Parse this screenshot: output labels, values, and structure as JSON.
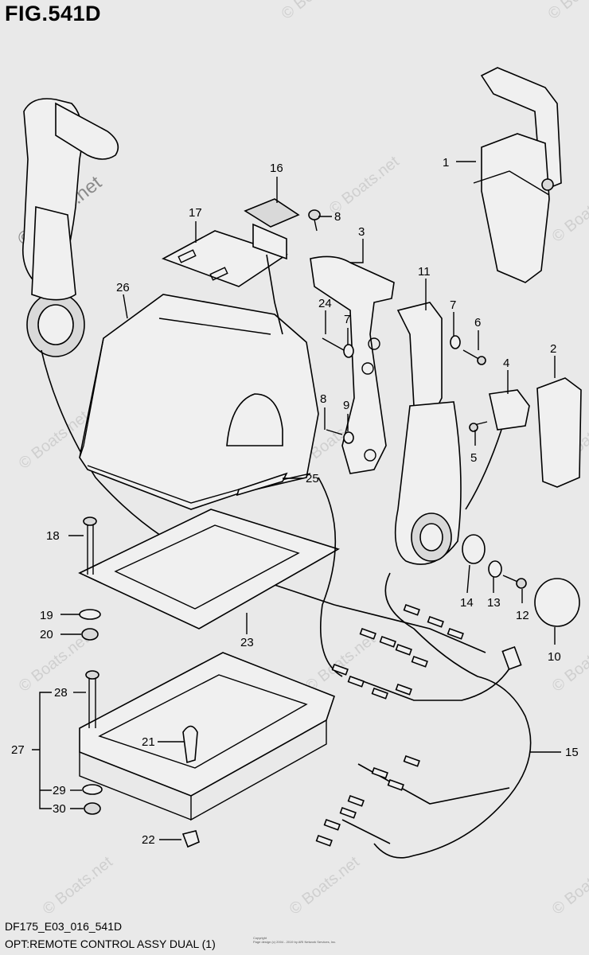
{
  "figure_title": "FIG.541D",
  "footer": {
    "code": "DF175_E03_016_541D",
    "description": "OPT:REMOTE CONTROL ASSY DUAL (1)",
    "copyright_line1": "Copyright",
    "copyright_line2": "Page design (c) 2004 - 2019 by ARI Network Services, Inc."
  },
  "watermark": {
    "text": "© Boats.net"
  },
  "callouts": [
    {
      "id": "c1",
      "label": "1"
    },
    {
      "id": "c2",
      "label": "2"
    },
    {
      "id": "c3",
      "label": "3"
    },
    {
      "id": "c4",
      "label": "4"
    },
    {
      "id": "c5",
      "label": "5"
    },
    {
      "id": "c6",
      "label": "6"
    },
    {
      "id": "c7a",
      "label": "7"
    },
    {
      "id": "c7b",
      "label": "7"
    },
    {
      "id": "c8a",
      "label": "8"
    },
    {
      "id": "c8b",
      "label": "8"
    },
    {
      "id": "c9",
      "label": "9"
    },
    {
      "id": "c10",
      "label": "10"
    },
    {
      "id": "c11",
      "label": "11"
    },
    {
      "id": "c12",
      "label": "12"
    },
    {
      "id": "c13",
      "label": "13"
    },
    {
      "id": "c14",
      "label": "14"
    },
    {
      "id": "c15",
      "label": "15"
    },
    {
      "id": "c16",
      "label": "16"
    },
    {
      "id": "c17",
      "label": "17"
    },
    {
      "id": "c18",
      "label": "18"
    },
    {
      "id": "c19",
      "label": "19"
    },
    {
      "id": "c20",
      "label": "20"
    },
    {
      "id": "c21",
      "label": "21"
    },
    {
      "id": "c22",
      "label": "22"
    },
    {
      "id": "c23",
      "label": "23"
    },
    {
      "id": "c24",
      "label": "24"
    },
    {
      "id": "c25",
      "label": "25"
    },
    {
      "id": "c26",
      "label": "26"
    },
    {
      "id": "c27",
      "label": "27"
    },
    {
      "id": "c28",
      "label": "28"
    },
    {
      "id": "c29",
      "label": "29"
    },
    {
      "id": "c30",
      "label": "30"
    }
  ]
}
